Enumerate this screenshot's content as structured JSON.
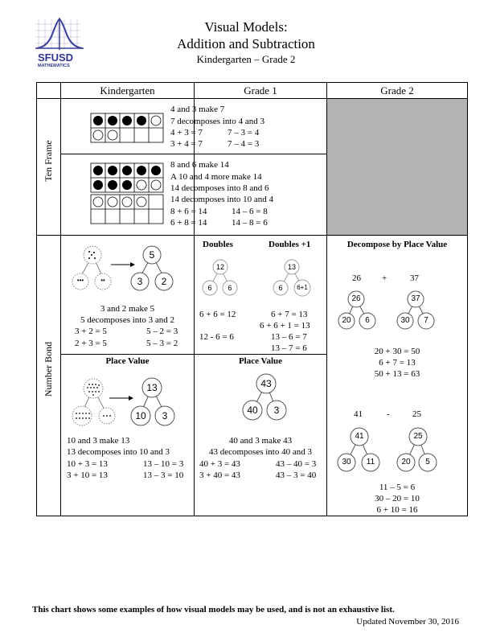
{
  "header": {
    "title_line1": "Visual Models:",
    "title_line2": "Addition and Subtraction",
    "subtitle": "Kindergarten – Grade 2",
    "logo_text1": "SFUSD",
    "logo_text2": "MATHEMATICS"
  },
  "columns": [
    "Kindergarten",
    "Grade 1",
    "Grade 2"
  ],
  "rows": [
    "Ten Frame",
    "Number Bond"
  ],
  "tenframe": {
    "block1": [
      "4 and 3 make 7",
      "7 decomposes into 4 and 3",
      "4 + 3 = 7",
      "7 – 3 = 4",
      "3 + 4 = 7",
      "7 – 4 = 3"
    ],
    "block2": [
      "8 and 6 make 14",
      "A 10 and 4 more make 14",
      "14 decomposes into 8 and 6",
      "14 decomposes into 10 and 4",
      "8 + 6 = 14",
      "14 – 6 = 8",
      "6 + 8 = 14",
      "14 – 8 = 6"
    ]
  },
  "k_bond": {
    "whole": "5",
    "part_a": "3",
    "part_b": "2",
    "dots_a": "•••",
    "dots_b": "••",
    "lines": [
      "3 and 2 make 5",
      "5 decomposes into 3 and 2",
      "3 + 2 = 5",
      "5 – 2 = 3",
      "2 + 3 = 5",
      "5 – 3 = 2"
    ]
  },
  "k_place": {
    "heading": "Place Value",
    "whole": "13",
    "part_a": "10",
    "part_b": "3",
    "lines": [
      "10 and 3 make 13",
      "13 decomposes into 10 and 3",
      "10 + 3 = 13",
      "13 – 10 = 3",
      "3 + 10 = 13",
      "13 – 3 = 10"
    ]
  },
  "g1_doubles": {
    "heading_a": "Doubles",
    "heading_b": "Doubles +1",
    "a_whole": "12",
    "a_p1": "6",
    "a_p2": "6",
    "b_whole": "13",
    "b_p1": "6",
    "b_p2": "6+1",
    "lines": [
      "6 + 6 = 12",
      "6 + 7 = 13",
      "6 + 6 + 1 = 13",
      "12 - 6 = 6",
      "13 – 6 = 7",
      "13 – 7 = 6"
    ]
  },
  "g1_place": {
    "heading": "Place Value",
    "whole": "43",
    "part_a": "40",
    "part_b": "3",
    "lines": [
      "40 and 3 make 43",
      "43 decomposes into 40 and 3",
      "40 + 3 = 43",
      "43 – 40 = 3",
      "3 + 40 = 43",
      "43 – 3 = 40"
    ]
  },
  "g2": {
    "heading": "Decompose by Place Value",
    "add": {
      "a": "26",
      "op": "+",
      "b": "37",
      "a_whole": "26",
      "a_p1": "20",
      "a_p2": "6",
      "b_whole": "37",
      "b_p1": "30",
      "b_p2": "7",
      "lines": [
        "20 + 30 = 50",
        "6 + 7 = 13",
        "50 + 13 = 63"
      ]
    },
    "sub": {
      "a": "41",
      "op": "-",
      "b": "25",
      "a_whole": "41",
      "a_p1": "30",
      "a_p2": "11",
      "b_whole": "25",
      "b_p1": "20",
      "b_p2": "5",
      "lines": [
        "11 – 5 = 6",
        "30 – 20 = 10",
        "6 + 10 = 16"
      ]
    }
  },
  "footer": {
    "note": "This chart shows some examples of how visual models may be used, and is not an exhaustive list.",
    "updated": "Updated November 30, 2016"
  }
}
